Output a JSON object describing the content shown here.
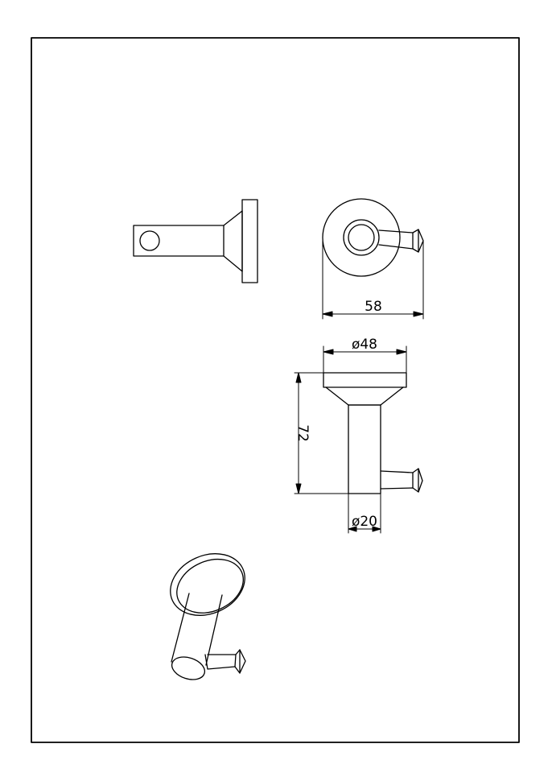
{
  "drawing": {
    "dimensions": {
      "width_label": "58",
      "base_diameter_label": "ø48",
      "height_label": "72",
      "shaft_diameter_label": "ø20"
    }
  }
}
